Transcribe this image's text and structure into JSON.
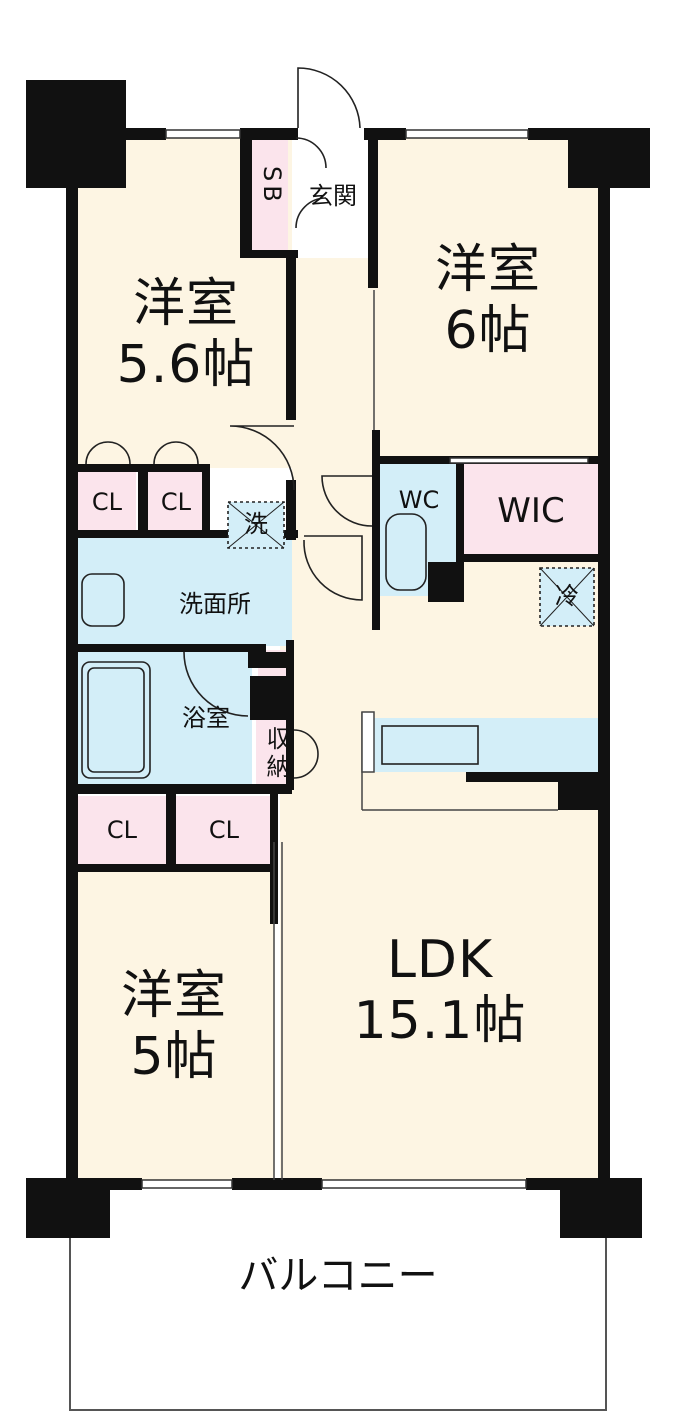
{
  "rooms": {
    "western_room_upper_left": {
      "name": "洋室",
      "size": "5.6帖"
    },
    "western_room_upper_right": {
      "name": "洋室",
      "size": "6帖"
    },
    "western_room_lower_left": {
      "name": "洋室",
      "size": "5帖"
    },
    "ldk": {
      "name": "LDK",
      "size": "15.1帖"
    }
  },
  "labels": {
    "entrance": "玄関",
    "shoe_box": "SB",
    "closet": "CL",
    "toilet": "WC",
    "walk_in_closet": "WIC",
    "washroom": "洗面所",
    "washing_machine": "洗",
    "bathroom": "浴室",
    "storage": "収納",
    "refrigerator": "冷",
    "balcony": "バルコニー"
  },
  "colors": {
    "room_floor": "#fdf5e3",
    "closet_pink": "#fbe4ec",
    "water_blue": "#d3eef8",
    "wall": "#111111",
    "balcony": "#ffffff"
  }
}
